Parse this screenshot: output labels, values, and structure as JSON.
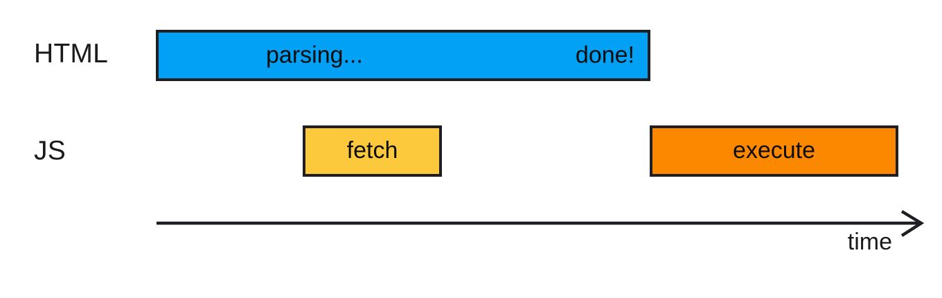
{
  "diagram": {
    "title_text": "",
    "rows": [
      {
        "label": "HTML",
        "bars": [
          {
            "id": "parsing",
            "text_left": "parsing...",
            "text_right": "done!",
            "color": "#03a1f5"
          }
        ]
      },
      {
        "label": "JS",
        "bars": [
          {
            "id": "fetch",
            "text": "fetch",
            "color": "#fcc93c"
          },
          {
            "id": "execute",
            "text": "execute",
            "color": "#fc8800"
          }
        ]
      }
    ],
    "axis": {
      "label": "time",
      "arrow_icon": "arrow-right-icon"
    },
    "colors": {
      "stroke": "#1e1e23",
      "background": "#ffffff",
      "text": "#0d0d0d",
      "html_bar": "#03a1f5",
      "fetch_bar": "#fcc93c",
      "execute_bar": "#fc8800"
    }
  }
}
